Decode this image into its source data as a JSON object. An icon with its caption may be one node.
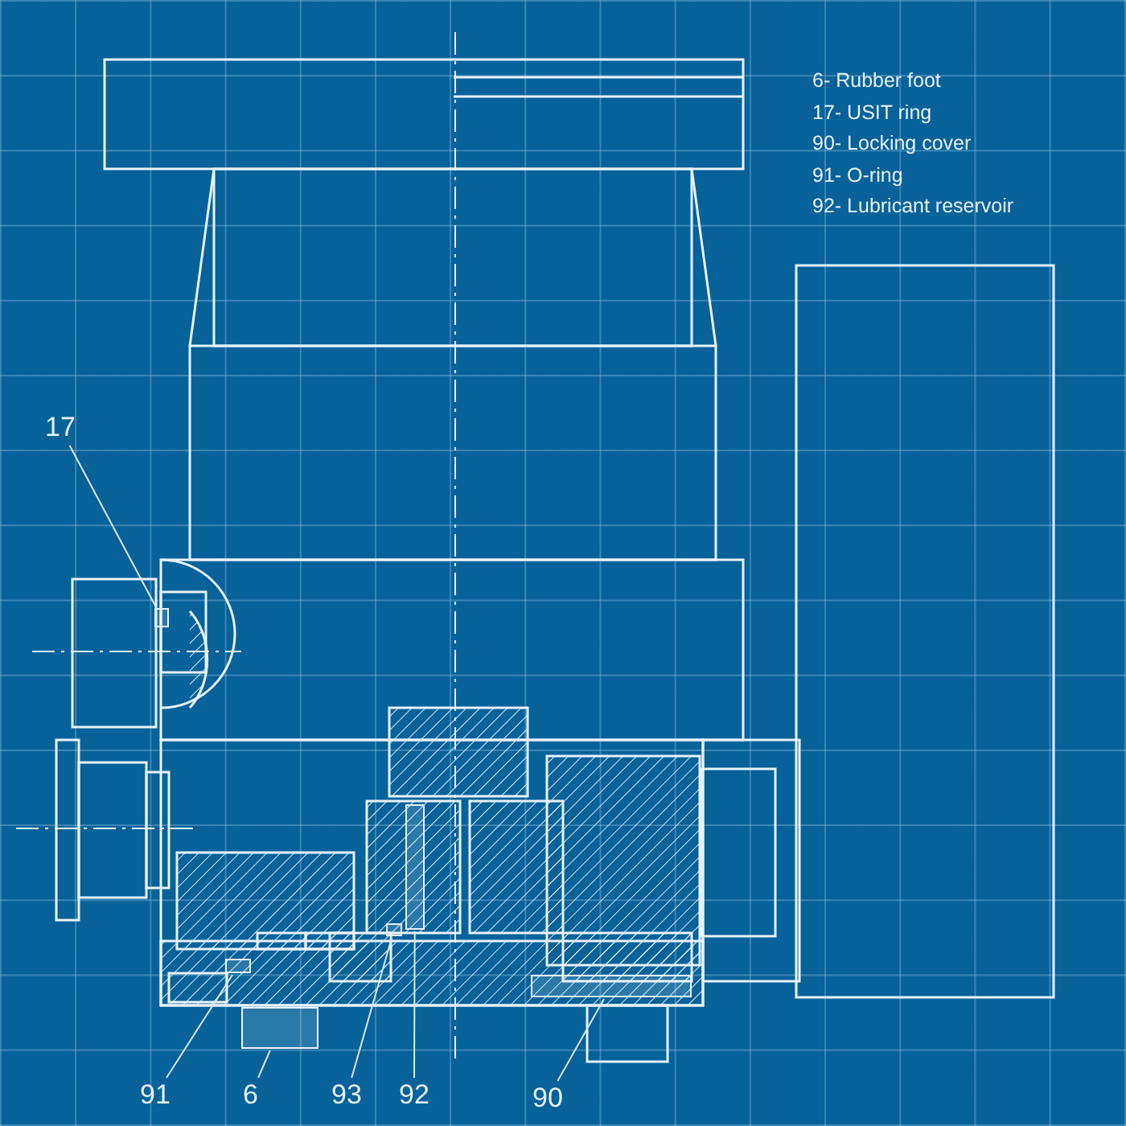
{
  "diagram": {
    "nodes": [
      {
        "text": [
          "17"
        ]
      },
      {
        "text": [],
        "shape": "box"
      },
      {
        "text": [
          "91"
        ]
      },
      {
        "text": [],
        "shape": "box"
      },
      {
        "text": [
          "6"
        ]
      },
      {
        "text": [],
        "shape": "box"
      },
      {
        "text": [
          "93"
        ]
      },
      {
        "text": [],
        "shape": "box"
      },
      {
        "text": [
          "92"
        ]
      },
      {
        "text": [],
        "shape": "box"
      },
      {
        "text": [
          "90"
        ]
      },
      {
        "text": [],
        "shape": "box"
      }
    ],
    "edges": [
      {
        "from": 0,
        "to": 1,
        "arrow": "none"
      },
      {
        "from": 2,
        "to": 3,
        "arrow": "none"
      },
      {
        "from": 4,
        "to": 5,
        "arrow": "none"
      },
      {
        "from": 6,
        "to": 7,
        "arrow": "none"
      },
      {
        "from": 8,
        "to": 9,
        "arrow": "none"
      },
      {
        "from": 10,
        "to": 11,
        "arrow": "none"
      }
    ],
    "labels": [
      "6- Rubber foot",
      "17- USIT ring",
      "90- Locking cover",
      "91- O-ring",
      "92- Lubricant reservoir"
    ]
  }
}
